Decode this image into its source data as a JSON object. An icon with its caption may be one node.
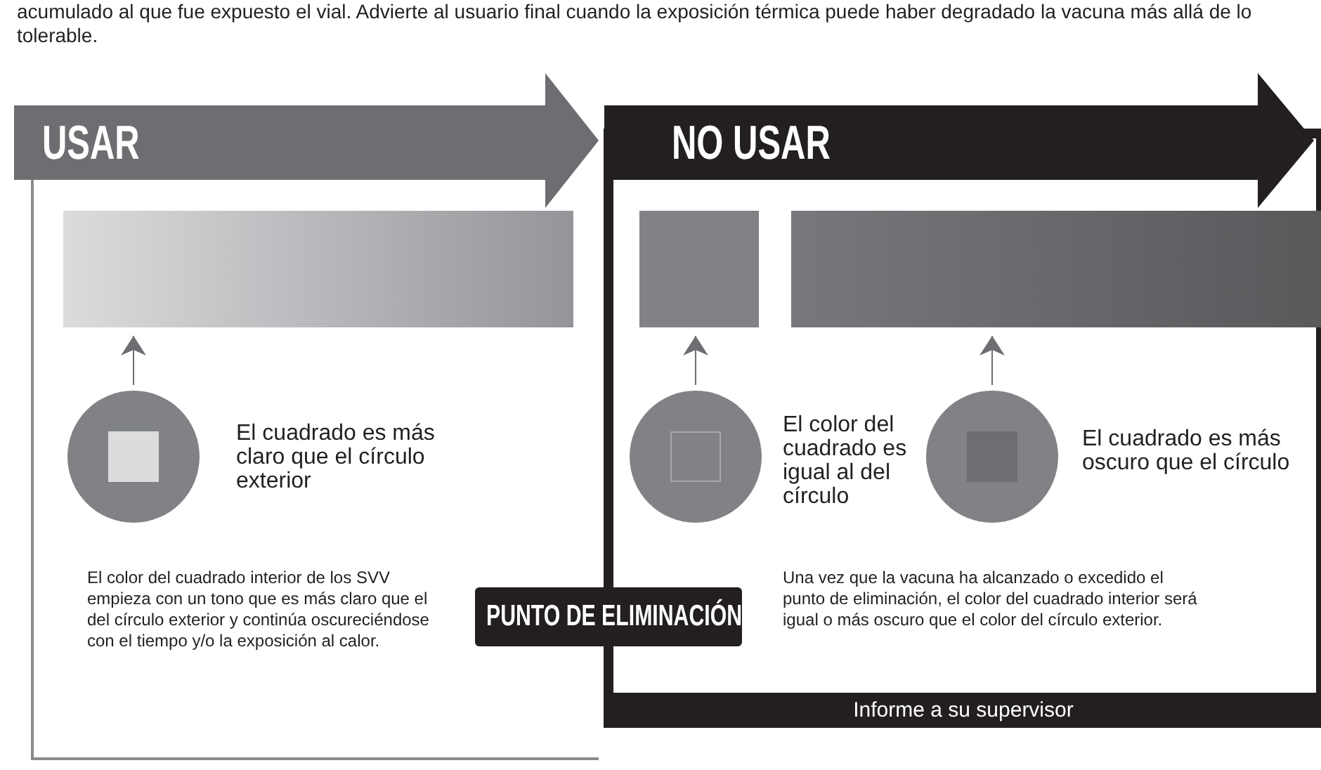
{
  "diagram": {
    "nodes": [
      {
        "text": [
          "USAR"
        ]
      },
      {
        "text": [],
        "shape": "bar",
        "in": 0
      },
      {
        "text": [],
        "shape": "circle",
        "in": 0,
        "beside": [
          "El cuadrado es más claro que el círculo exterior"
        ]
      },
      {
        "text": [
          "NO USAR"
        ]
      },
      {
        "text": [],
        "shape": "box",
        "in": 3
      },
      {
        "text": [],
        "shape": "bar",
        "in": 3
      },
      {
        "text": [],
        "shape": "circle",
        "in": 3,
        "beside": [
          "El color del cuadrado es igual al del círculo"
        ]
      },
      {
        "text": [],
        "shape": "circle",
        "in": 3,
        "beside": [
          "El cuadrado es más oscuro que el círculo"
        ]
      },
      {
        "text": [
          "Informe a su supervisor"
        ],
        "in": 3
      },
      {
        "text": [
          "PUNTO DE ELIMINACIÓN"
        ]
      }
    ],
    "edges": [
      {
        "from": 2,
        "to": 1,
        "arrow": "to"
      },
      {
        "from": 6,
        "to": 4,
        "arrow": "to"
      },
      {
        "from": 7,
        "to": 5,
        "arrow": "to"
      }
    ],
    "labels": [
      "acumulado al que fue expuesto el vial. Advierte al usuario final cuando la exposición térmica puede haber degradado la vacuna más allá de lo tolerable.",
      "El color del cuadrado interior de los SVV empieza con un tono que es más claro que el del círculo exterior y continúa oscureciéndose con el tiempo y/o la exposición al calor.",
      "Una vez que la vacuna ha alcanzado o excedido el punto de eliminación, el color del cuadrado interior será igual o más oscuro que el color del círculo exterior."
    ]
  }
}
